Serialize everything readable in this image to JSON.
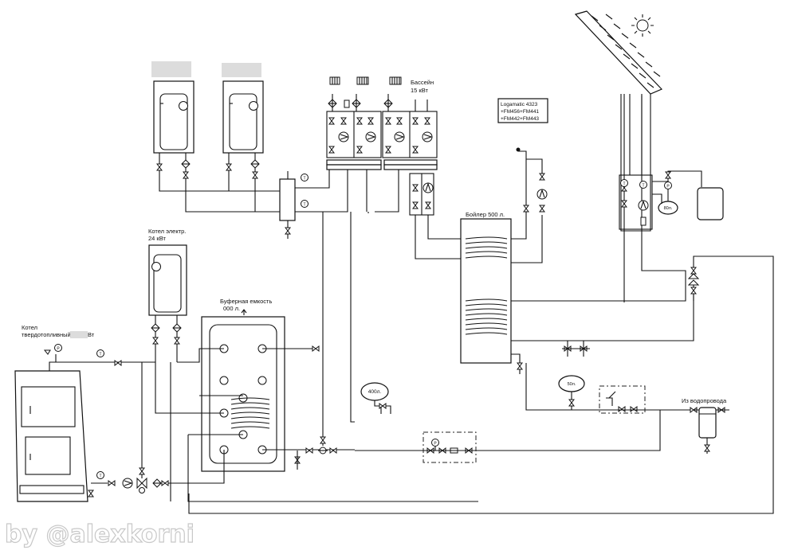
{
  "labels": {
    "solid_boiler_line1": "Котел",
    "solid_boiler_line2": "твердотопливный",
    "solid_boiler_kw": "Вт",
    "electric_boiler_line1": "Котел электр.",
    "electric_boiler_line2": "24 кВт",
    "buffer_line1": "Буферная емкость",
    "buffer_line2": "000 л.",
    "pool_line1": "Бассейн",
    "pool_line2": "15 кВт",
    "controller_line1": "Logamatic 4323",
    "controller_line2": "+FM456+FM441",
    "controller_line3": "+FM442+FM443",
    "dhw_tank": "Бойлер 500 л.",
    "water_supply": "Из водопровода",
    "exp_vessel_large": "400л.",
    "exp_vessel_dhw": "50л.",
    "exp_vessel_solar": "80л.",
    "thermometer": "T",
    "pressure_gauge": "P",
    "watermark": "by @alexkorni"
  },
  "icons": {
    "sun": "sun-icon",
    "pump": "pump-icon",
    "valve": "valve-icon",
    "check_valve": "check-valve-icon",
    "filter": "filter-icon",
    "mixing_valve": "three-way-valve-icon",
    "radiator": "radiator-icon",
    "safety_valve": "safety-valve-icon"
  },
  "colors": {
    "line": "#111111",
    "background": "#ffffff",
    "watermark": "#c8c8c8"
  }
}
